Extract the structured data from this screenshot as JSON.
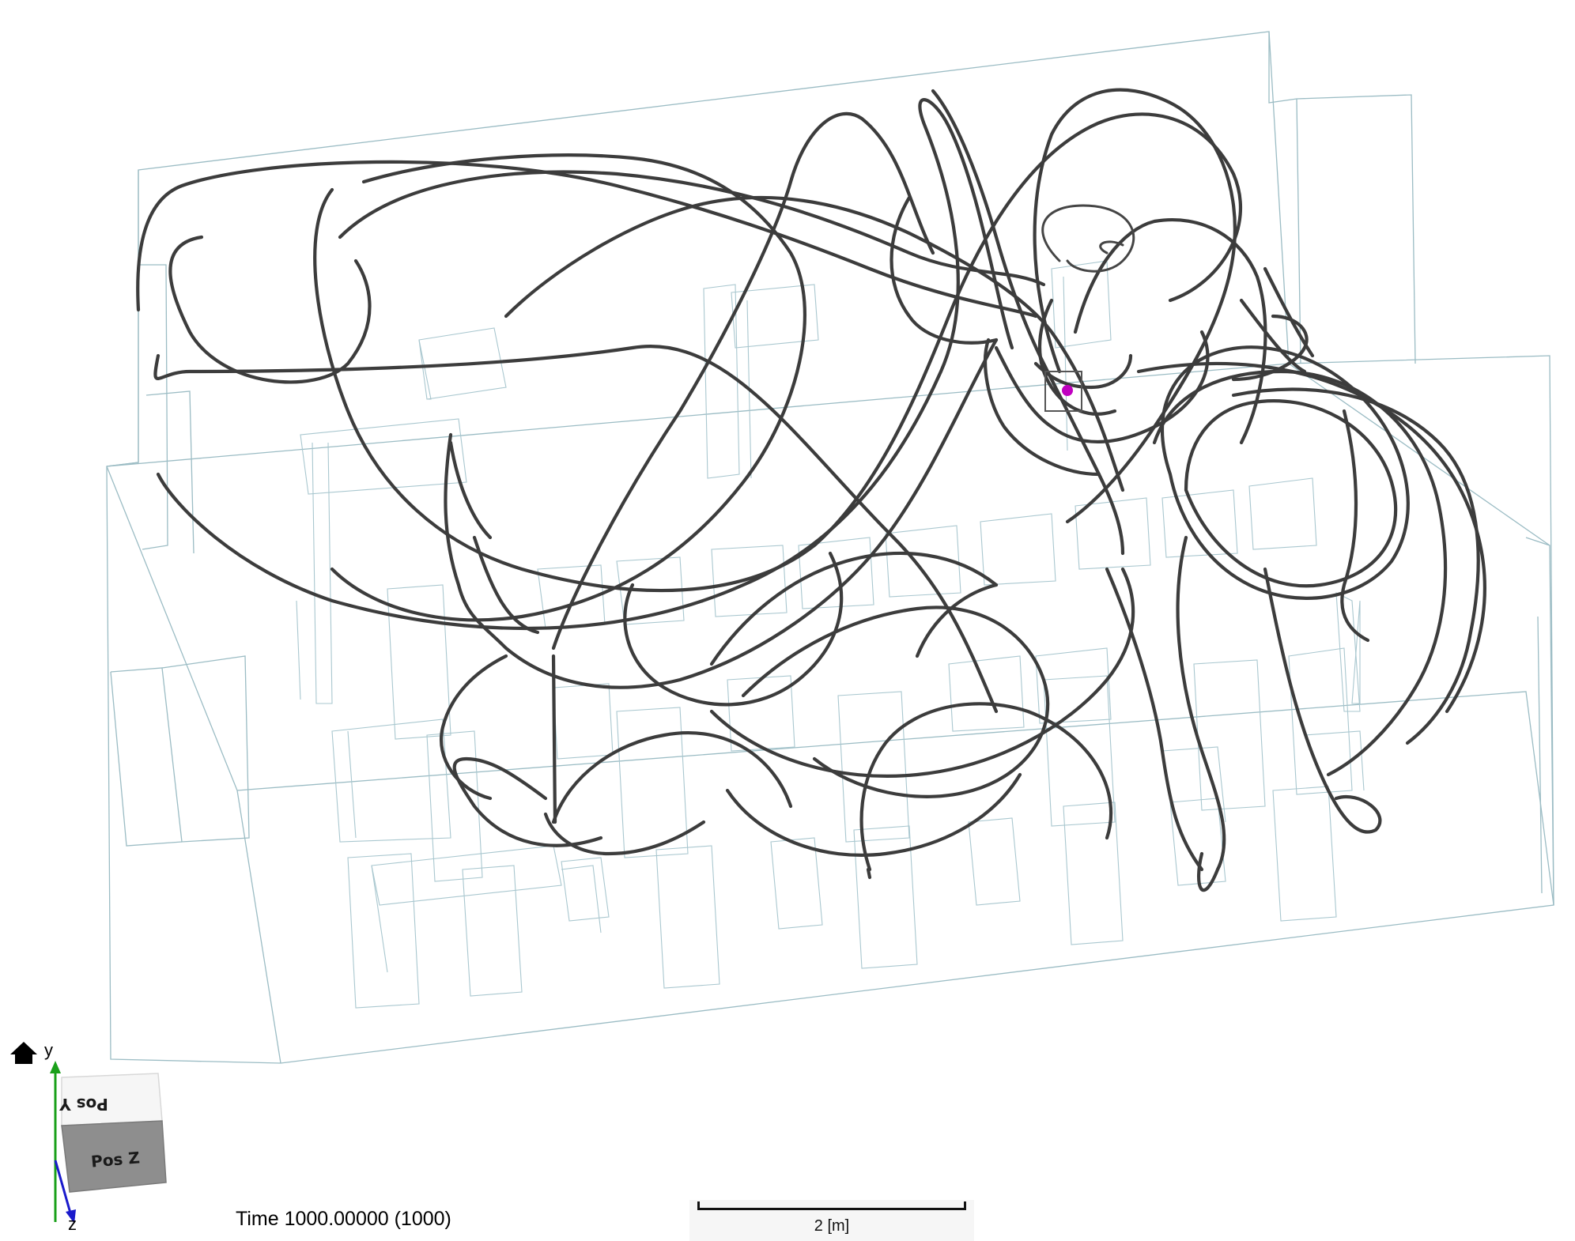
{
  "viewer": {
    "time_label": "Time 1000.00000 (1000)",
    "scale_bar_label": "2 [m]",
    "colors": {
      "background": "#ffffff",
      "geometry_wireframe": "#9bbcc4",
      "trajectory": "#3c3c3c",
      "source_marker": "#c000c0"
    }
  },
  "orientation_widget": {
    "top_face_label": "Pos Y",
    "front_face_label": "Pos Z",
    "y_axis_label": "y",
    "z_axis_label": "z",
    "y_axis_color": "#1aa01a",
    "z_axis_color": "#1a1acc",
    "home_icon": "home-icon"
  }
}
